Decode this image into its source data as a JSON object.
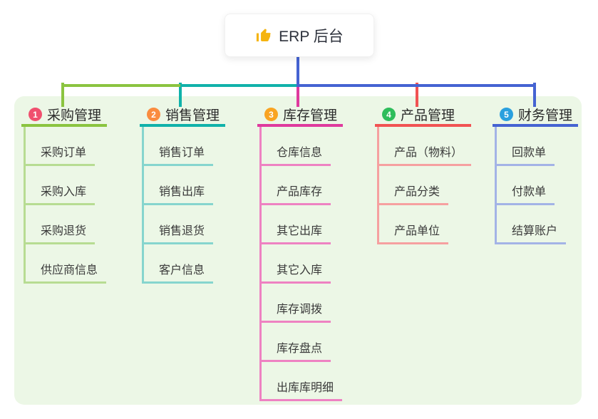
{
  "root": {
    "label": "ERP 后台",
    "icon": "thumbs-up",
    "icon_color": "#f5b40f"
  },
  "branches": [
    {
      "number": "1",
      "label": "采购管理",
      "badge_color": "#f0506e",
      "line_color": "#8bc440",
      "child_line_color": "#b7dc92",
      "children": [
        "采购订单",
        "采购入库",
        "采购退货",
        "供应商信息"
      ]
    },
    {
      "number": "2",
      "label": "销售管理",
      "badge_color": "#fa8c3f",
      "line_color": "#10b2aa",
      "child_line_color": "#86d5ce",
      "children": [
        "销售订单",
        "销售出库",
        "销售退货",
        "客户信息"
      ]
    },
    {
      "number": "3",
      "label": "库存管理",
      "badge_color": "#f9a422",
      "line_color": "#df3a9e",
      "child_line_color": "#ee82c2",
      "children": [
        "仓库信息",
        "产品库存",
        "其它出库",
        "其它入库",
        "库存调拨",
        "库存盘点",
        "出库库明细"
      ]
    },
    {
      "number": "4",
      "label": "产品管理",
      "badge_color": "#2ebd5b",
      "line_color": "#f15353",
      "child_line_color": "#f6a0a0",
      "children": [
        "产品（物料）",
        "产品分类",
        "产品单位"
      ]
    },
    {
      "number": "5",
      "label": "财务管理",
      "badge_color": "#2aa0de",
      "line_color": "#4563d2",
      "child_line_color": "#a3b3e6",
      "children": [
        "回款单",
        "付款单",
        "结算账户"
      ]
    }
  ],
  "colors": {
    "panel_bg": "#ecf7e6",
    "root_connector": "#4563d2",
    "header_text": "#2b2b2b",
    "child_text": "#3a3a3a"
  }
}
